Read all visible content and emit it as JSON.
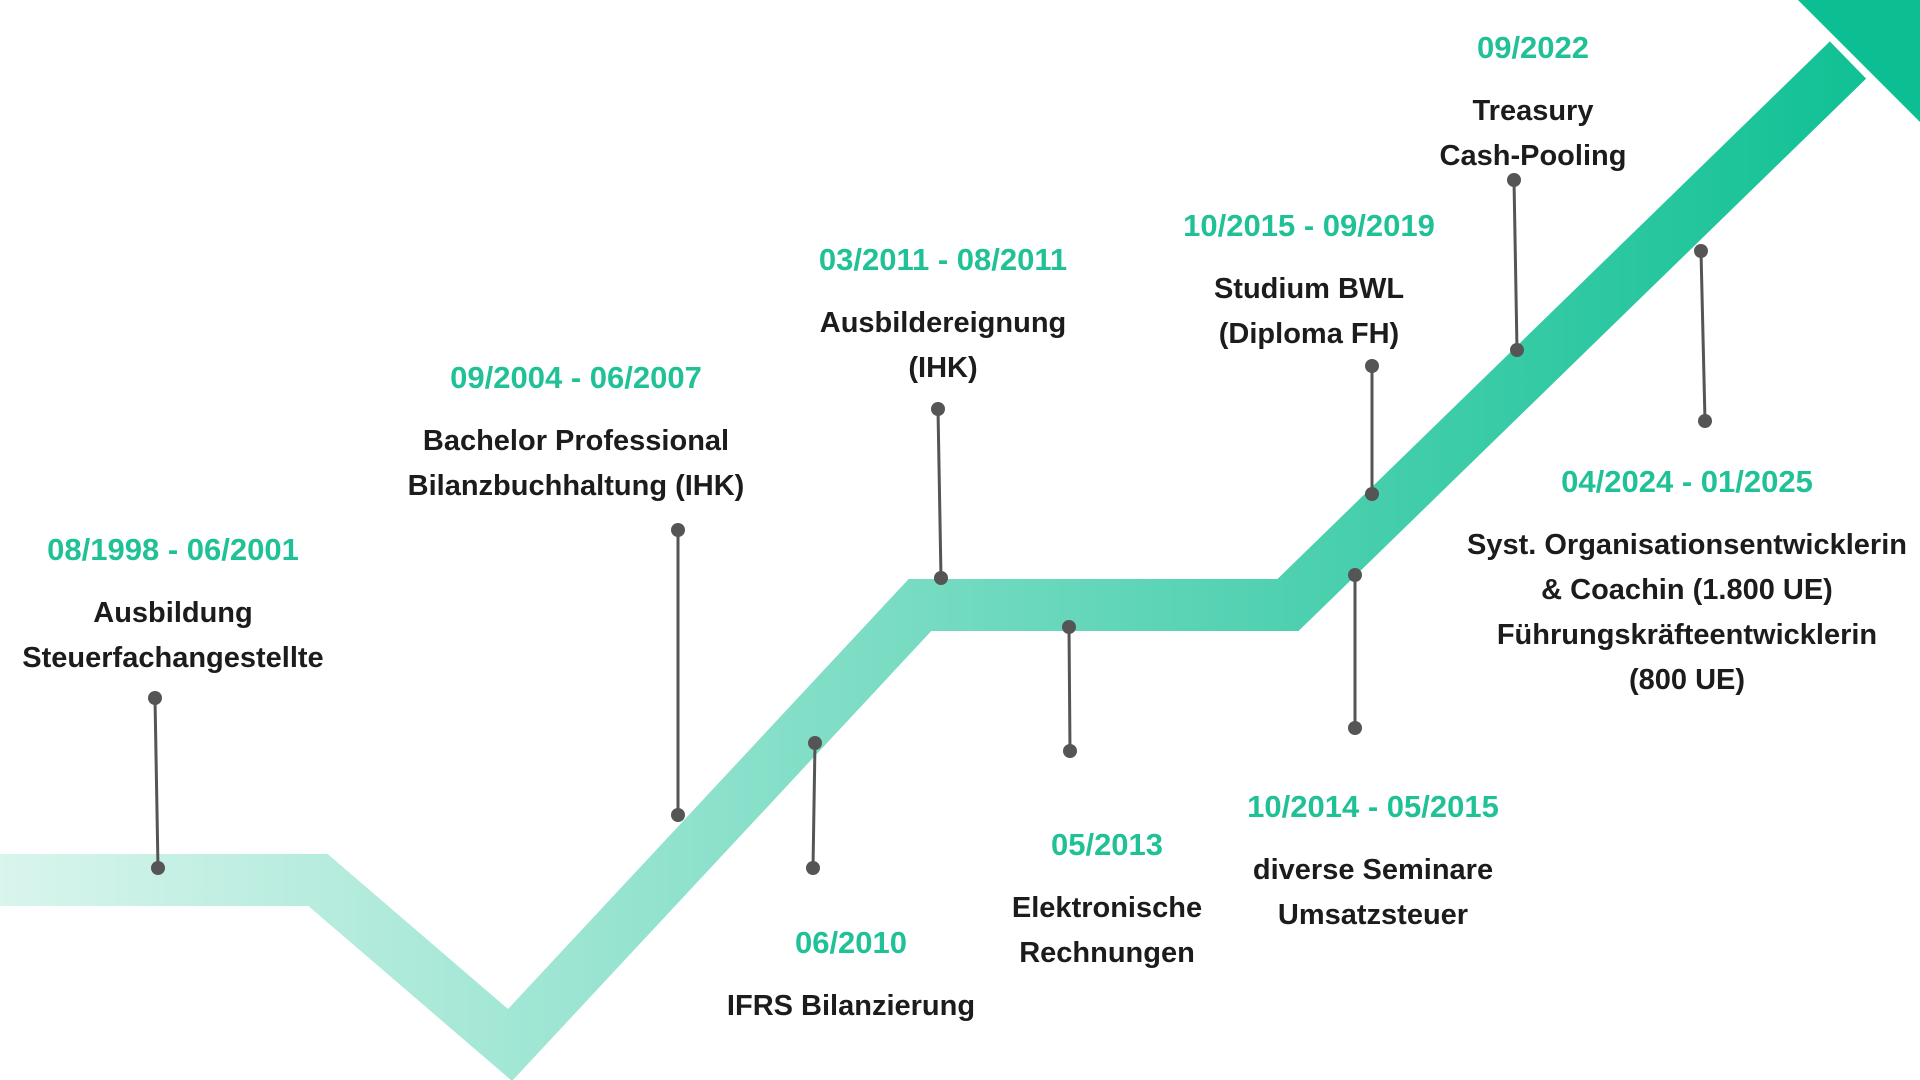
{
  "colors": {
    "accent": "#20c196",
    "path_start": "#d9f5ed",
    "path_end": "#0bbf92",
    "connector": "#555555",
    "text": "#1c1c1c"
  },
  "milestones": [
    {
      "id": "m1",
      "date": "08/1998 - 06/2001",
      "lines": [
        "Ausbildung",
        "Steuerfachangestellte"
      ]
    },
    {
      "id": "m2",
      "date": "09/2004 - 06/2007",
      "lines": [
        "Bachelor Professional",
        "Bilanzbuchhaltung (IHK)"
      ]
    },
    {
      "id": "m3",
      "date": "06/2010",
      "lines": [
        "IFRS Bilanzierung"
      ]
    },
    {
      "id": "m4",
      "date": "03/2011 - 08/2011",
      "lines": [
        "Ausbildereignung",
        "(IHK)"
      ]
    },
    {
      "id": "m5",
      "date": "05/2013",
      "lines": [
        "Elektronische",
        "Rechnungen"
      ]
    },
    {
      "id": "m6",
      "date": "10/2014 - 05/2015",
      "lines": [
        "diverse Seminare",
        "Umsatzsteuer"
      ]
    },
    {
      "id": "m7",
      "date": "10/2015 - 09/2019",
      "lines": [
        "Studium BWL",
        "(Diploma FH)"
      ]
    },
    {
      "id": "m8",
      "date": "09/2022",
      "lines": [
        "Treasury",
        "Cash-Pooling"
      ]
    },
    {
      "id": "m9",
      "date": "04/2024 - 01/2025",
      "lines": [
        "Syst. Organisationsentwicklerin",
        "& Coachin (1.800 UE)",
        "Führungskräfteentwicklerin",
        "(800 UE)"
      ]
    }
  ]
}
